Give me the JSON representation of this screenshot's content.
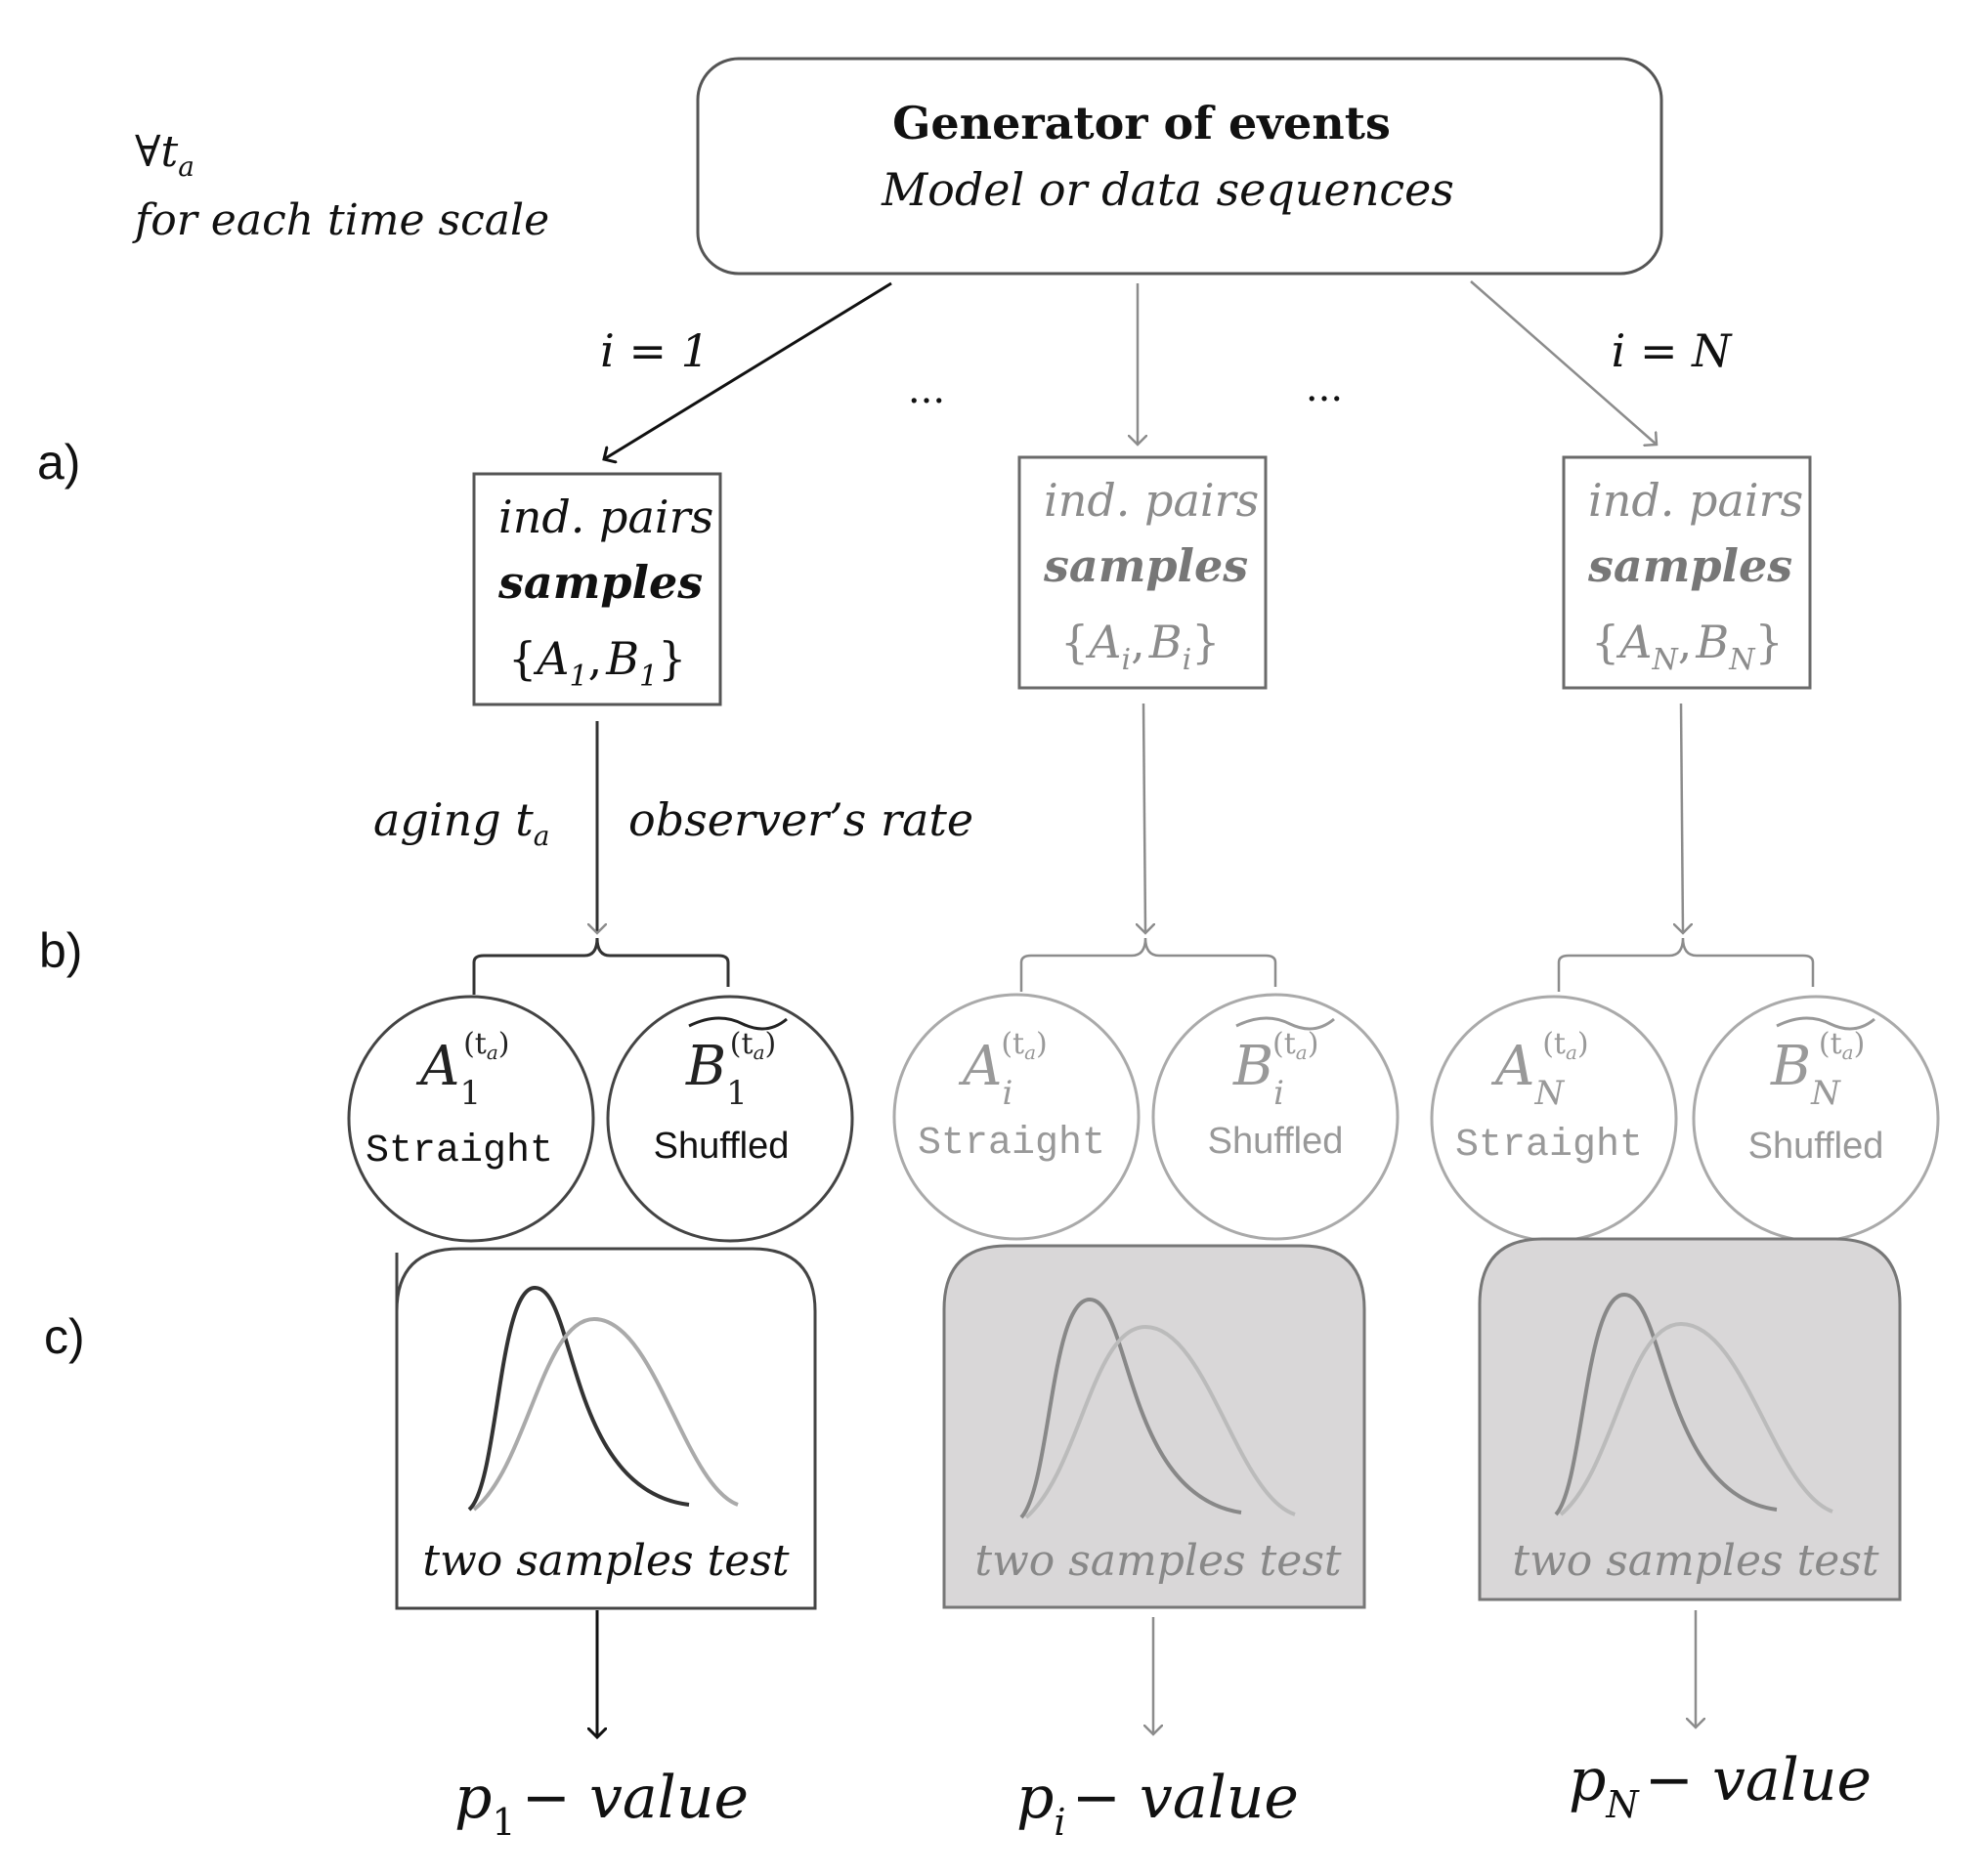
{
  "header": {
    "forall_label": "∀t",
    "forall_sub": "a",
    "forall_caption": "for each time scale"
  },
  "generator": {
    "title": "Generator of events",
    "subtitle": "Model or data sequences"
  },
  "iteration_labels": {
    "first": "i = 1",
    "last": "i = N",
    "ellipsis": "..."
  },
  "row_labels": {
    "a": "a)",
    "b": "b)",
    "c": "c)"
  },
  "edge_labels": {
    "aging": "aging t",
    "aging_sub": "a",
    "observer": "observer’s rate"
  },
  "colors": {
    "active": "#333333",
    "inactive": "#8c8c8c",
    "panel_shade": "#d9d7d8"
  },
  "columns": [
    {
      "index_symbol": "1",
      "pairs_line1": "ind. pairs",
      "pairs_line2": "samples",
      "set_a": "A",
      "set_b": "B",
      "straight_label": "Straight",
      "shuffled_label": "Shuffled",
      "dist_label": "A",
      "shuf_label": "B",
      "superscript": "(t",
      "superscript_sub": "a",
      "superscript_close": ")",
      "test_label": "two samples  test",
      "pvalue_p": "p",
      "pvalue_rest": "−  value"
    },
    {
      "index_symbol": "i",
      "pairs_line1": "ind. pairs",
      "pairs_line2": "samples",
      "set_a": "A",
      "set_b": "B",
      "straight_label": "Straight",
      "shuffled_label": "Shuffled",
      "dist_label": "A",
      "shuf_label": "B",
      "superscript": "(t",
      "superscript_sub": "a",
      "superscript_close": ")",
      "test_label": "two samples  test",
      "pvalue_p": "p",
      "pvalue_rest": "−  value"
    },
    {
      "index_symbol": "N",
      "pairs_line1": "ind. pairs",
      "pairs_line2": "samples",
      "set_a": "A",
      "set_b": "B",
      "straight_label": "Straight",
      "shuffled_label": "Shuffled",
      "dist_label": "A",
      "shuf_label": "B",
      "superscript": "(t",
      "superscript_sub": "a",
      "superscript_close": ")",
      "test_label": "two samples  test",
      "pvalue_p": "p",
      "pvalue_rest": "−  value"
    }
  ],
  "set_braces": {
    "open": "{",
    "comma": ",",
    "close": "}"
  }
}
